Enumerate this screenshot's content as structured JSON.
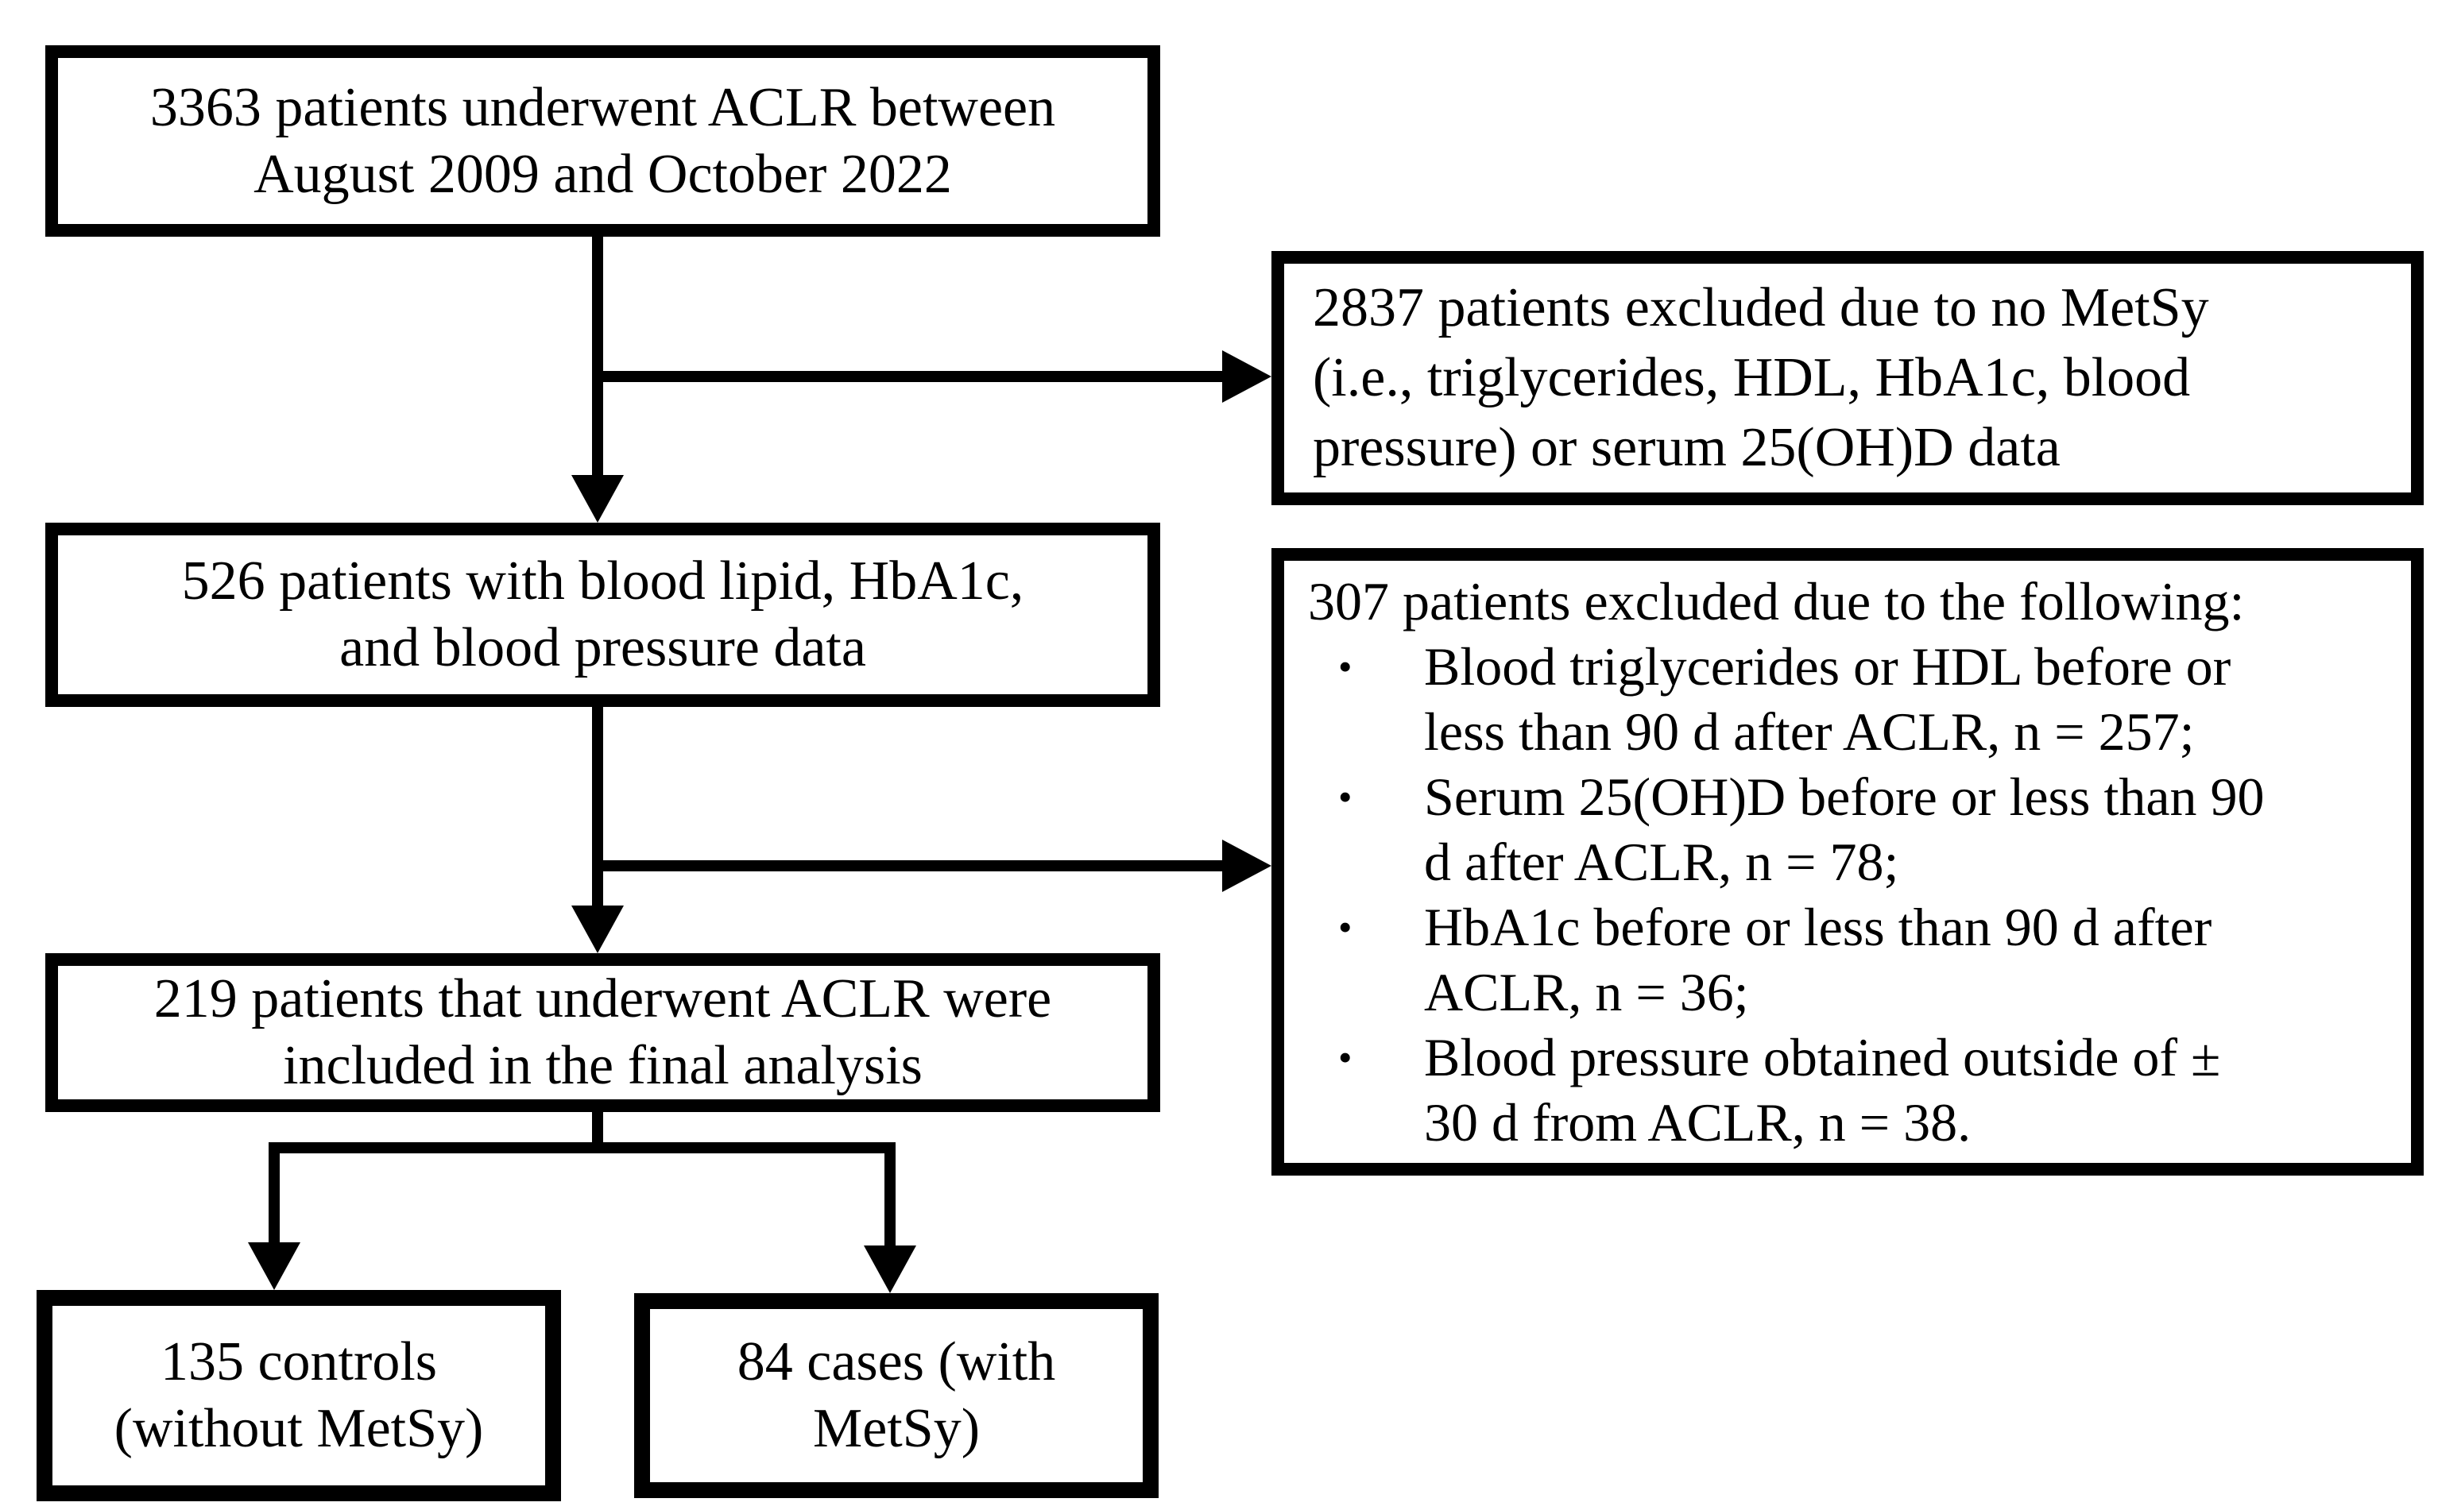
{
  "figure": {
    "type": "flow-diagram",
    "colors": {
      "background": "#ffffff",
      "line": "#000000",
      "text": "#000000"
    },
    "boxes": {
      "enrolled": {
        "lines": [
          "3363 patients underwent ACLR between",
          "August 2009 and October 2022"
        ]
      },
      "excluded_no_metsy": {
        "lines": [
          "2837 patients excluded due to no MetSy",
          "(i.e., triglycerides, HDL, HbA1c, blood",
          "pressure) or serum 25(OH)D data"
        ]
      },
      "with_data": {
        "lines": [
          "526 patients with blood lipid, HbA1c,",
          "and blood pressure data"
        ]
      },
      "excluded_criteria": {
        "title": "307 patients excluded due to the following:",
        "bullet_char": "•",
        "bullets": [
          {
            "lines": [
              "Blood triglycerides or HDL before or",
              "less than 90 d after ACLR, n = 257;"
            ]
          },
          {
            "lines": [
              "Serum 25(OH)D before or less than 90",
              "d after ACLR, n = 78;"
            ]
          },
          {
            "lines": [
              "HbA1c before or less than 90 d after",
              "ACLR, n = 36;"
            ]
          },
          {
            "lines": [
              "Blood pressure obtained outside of ±",
              "30 d from ACLR, n = 38."
            ]
          }
        ]
      },
      "final_analysis": {
        "lines": [
          "219 patients that underwent ACLR were",
          "included in the final analysis"
        ]
      },
      "controls": {
        "lines": [
          "135 controls",
          "(without MetSy)"
        ]
      },
      "cases": {
        "lines": [
          "84 cases (with",
          "MetSy)"
        ]
      }
    },
    "edges": [
      {
        "from": "enrolled",
        "to": "with_data"
      },
      {
        "from": "enrolled",
        "to": "excluded_no_metsy"
      },
      {
        "from": "with_data",
        "to": "final_analysis"
      },
      {
        "from": "with_data",
        "to": "excluded_criteria"
      },
      {
        "from": "final_analysis",
        "to": "controls"
      },
      {
        "from": "final_analysis",
        "to": "cases"
      }
    ]
  }
}
